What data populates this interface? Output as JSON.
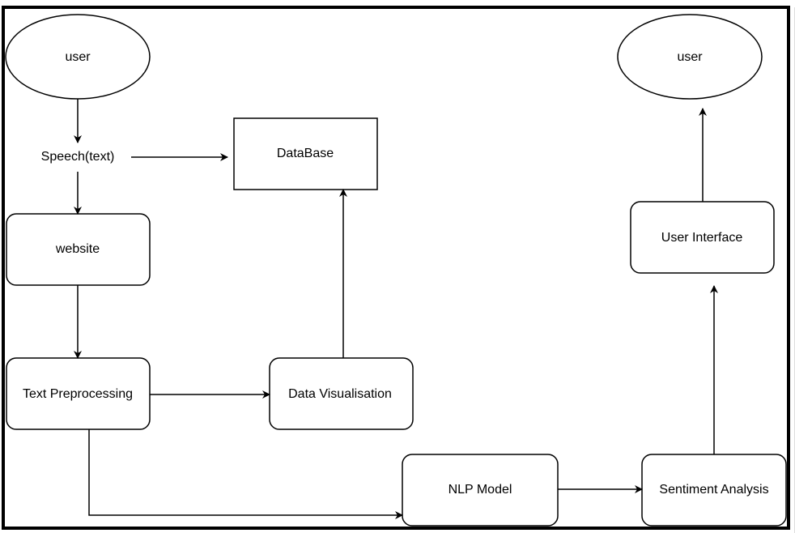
{
  "diagram": {
    "nodes": {
      "user_top": "user",
      "speech": "Speech(text)",
      "database": "DataBase",
      "website": "website",
      "text_preprocessing": "Text Preprocessing",
      "data_visualisation": "Data Visualisation",
      "nlp_model": "NLP Model",
      "sentiment_analysis": "Sentiment Analysis",
      "user_interface": "User Interface",
      "user_right": "user"
    },
    "edges": [
      [
        "user_top",
        "speech"
      ],
      [
        "speech",
        "database"
      ],
      [
        "speech",
        "website"
      ],
      [
        "website",
        "text_preprocessing"
      ],
      [
        "text_preprocessing",
        "data_visualisation"
      ],
      [
        "data_visualisation",
        "database"
      ],
      [
        "text_preprocessing",
        "nlp_model"
      ],
      [
        "nlp_model",
        "sentiment_analysis"
      ],
      [
        "sentiment_analysis",
        "user_interface"
      ],
      [
        "user_interface",
        "user_right"
      ]
    ]
  }
}
